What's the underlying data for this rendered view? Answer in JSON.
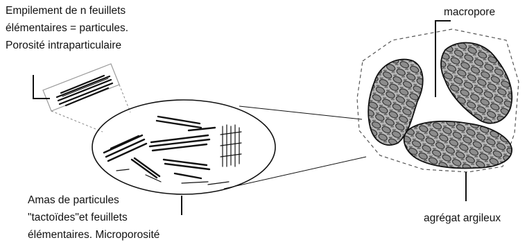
{
  "labels": {
    "particles": {
      "line1": "Empilement de n feuillets",
      "line2": "élémentaires = particules.",
      "line3": "Porosité intraparticulaire"
    },
    "amas": {
      "line1": "Amas de particules",
      "line2": "\"tactoïdes\"et feuillets",
      "line3": "élémentaires. Microporosité"
    },
    "macropore": "macropore",
    "agregat": "agrégat argileux"
  },
  "colors": {
    "ink": "#111111",
    "grain_fill": "#9a9a9a",
    "background": "#ffffff"
  }
}
